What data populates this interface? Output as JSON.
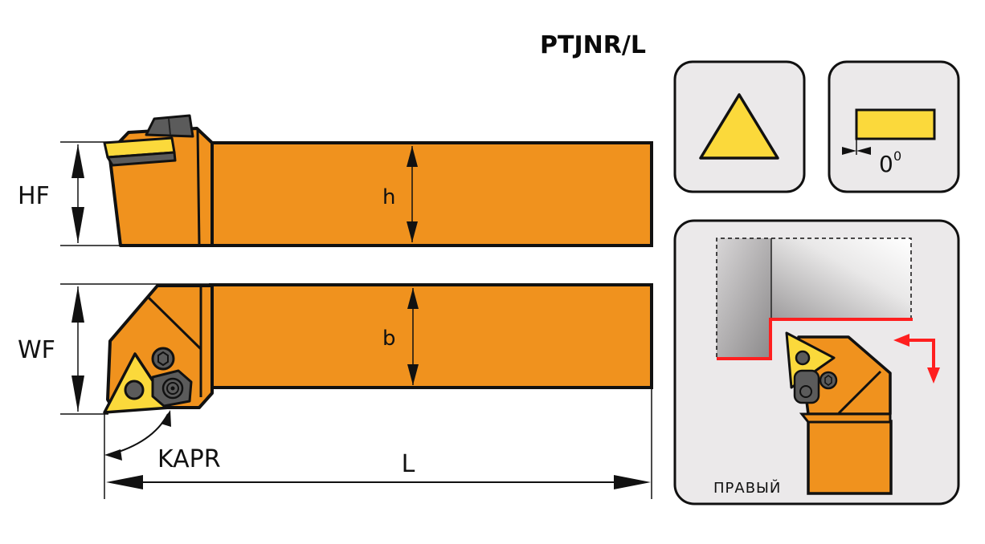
{
  "title": "PTJNR/L",
  "dimensions": {
    "hf": "HF",
    "h": "h",
    "wf": "WF",
    "b": "b",
    "kapr": "KAPR",
    "l": "L"
  },
  "panels": {
    "insert_shape": {
      "icon": "triangle-insert-icon"
    },
    "clearance": {
      "icon": "clearance-angle-icon",
      "value": "0",
      "unit_mark": "0"
    },
    "hand": {
      "icon": "right-hand-turning-icon",
      "label": "ПРАВЫЙ"
    }
  },
  "colors": {
    "body": "#f0921e",
    "insert": "#fbd93b",
    "panel_bg": "#ebe9ea",
    "outline": "#111111",
    "path": "#ff1f1f",
    "clamp": "#5b5b5b"
  }
}
